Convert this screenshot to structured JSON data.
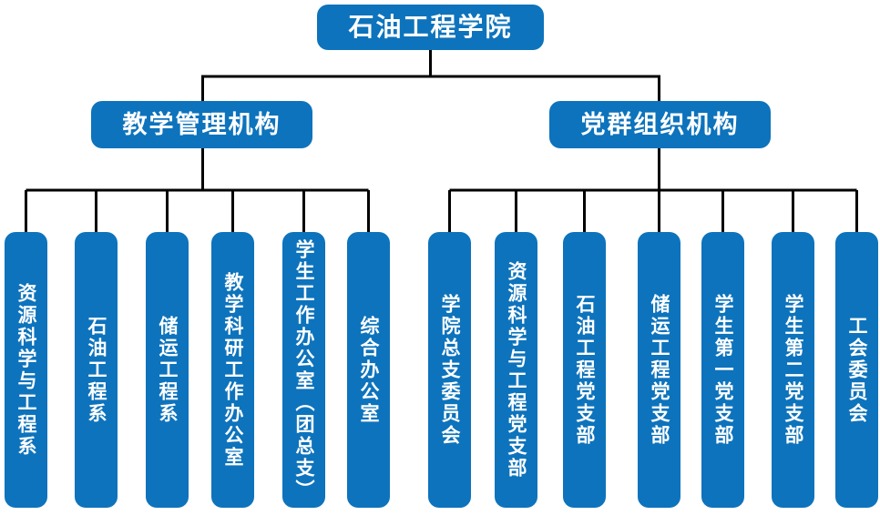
{
  "org_chart": {
    "root": "石油工程学院",
    "branches": [
      {
        "label": "教学管理机构",
        "children": [
          "资源科学与工程系",
          "石油工程系",
          "储运工程系",
          "教学科研工作办公室",
          "学生工作办公室（团总支）",
          "综合办公室"
        ]
      },
      {
        "label": "党群组织机构",
        "children": [
          "学院总支委员会",
          "资源科学与工程党支部",
          "石油工程党支部",
          "储运工程党支部",
          "学生第一党支部",
          "学生第二党支部",
          "工会委员会"
        ]
      }
    ]
  },
  "colors": {
    "box_fill": "#0d73bc",
    "box_text": "#ffffff",
    "connector": "#000000",
    "background": "#ffffff"
  }
}
